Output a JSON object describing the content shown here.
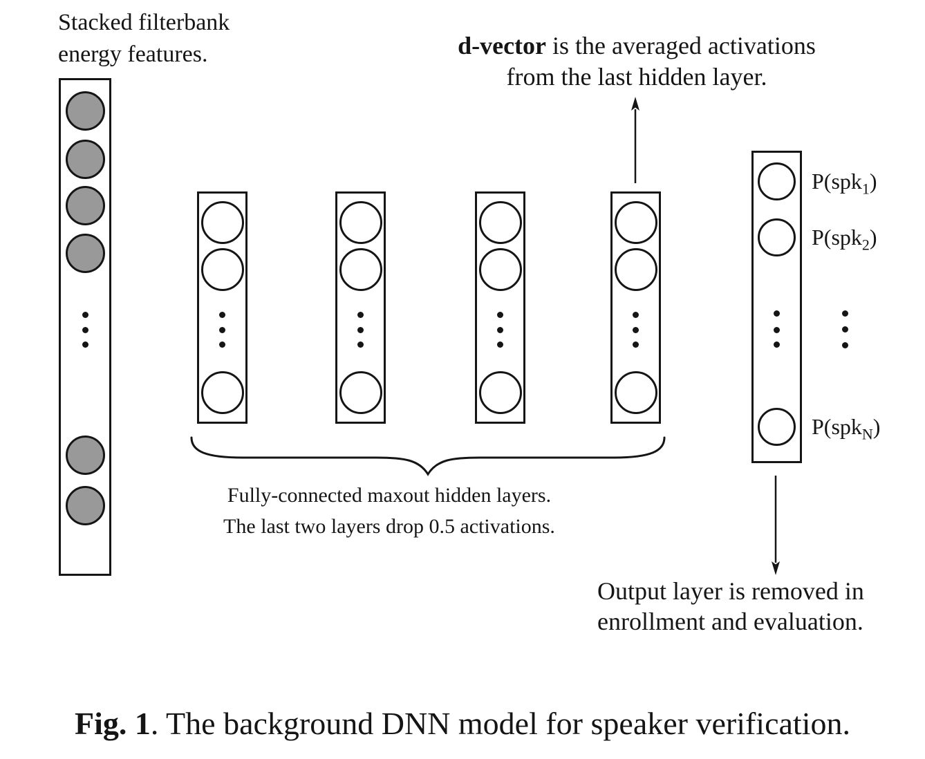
{
  "colors": {
    "node_gray": "#999999",
    "node_white": "#ffffff",
    "ink": "#151515"
  },
  "annotations": {
    "input_label": {
      "line1": "Stacked filterbank",
      "line2": "energy features."
    },
    "dvector": {
      "bold": "d-vector",
      "line1_rest": " is the averaged activations",
      "line2": "from the last hidden layer."
    },
    "hidden_caption": {
      "line1": "Fully-connected maxout hidden layers.",
      "line2": "The last two layers drop 0.5 activations."
    },
    "output_caption": {
      "line1": "Output layer is removed in",
      "line2": "enrollment and evaluation."
    },
    "figure_caption": {
      "bold": "Fig. 1",
      "rest": ". The background DNN model for speaker verification."
    }
  },
  "layers": {
    "input": {
      "node_fill": "gray",
      "visible_nodes": 6,
      "has_ellipsis": true
    },
    "hidden": {
      "count": 4,
      "node_fill": "white",
      "visible_nodes_each": 3,
      "has_ellipsis": true
    },
    "output": {
      "node_fill": "white",
      "visible_nodes": 3,
      "has_ellipsis": true,
      "labels": [
        {
          "base": "P(spk",
          "sub": "1",
          "close": ")"
        },
        {
          "base": "P(spk",
          "sub": "2",
          "close": ")"
        },
        {
          "base": "P(spk",
          "sub": "N",
          "close": ")"
        }
      ]
    }
  }
}
